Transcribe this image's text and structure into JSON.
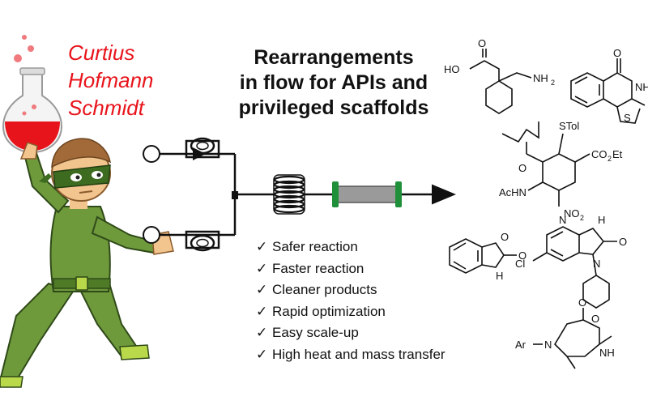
{
  "reactions": [
    "Curtius",
    "Hofmann",
    "Schmidt"
  ],
  "title": [
    "Rearrangements",
    "in flow for APIs and",
    "privileged scaffolds"
  ],
  "benefits": [
    {
      "icon": "checkmark-icon",
      "label": "Safer reaction"
    },
    {
      "icon": "checkmark-icon",
      "label": "Faster reaction"
    },
    {
      "icon": "checkmark-icon",
      "label": "Cleaner products"
    },
    {
      "icon": "checkmark-icon",
      "label": "Rapid optimization"
    },
    {
      "icon": "checkmark-icon",
      "label": "Easy scale-up"
    },
    {
      "icon": "checkmark-icon",
      "label": "High heat and mass transfer"
    }
  ],
  "check_glyph": "✓",
  "structure_labels": {
    "gabapentin_oh": "HO",
    "gabapentin_nh2": "NH",
    "gabapentin_sub": "2",
    "o": "O",
    "nh": "NH",
    "s": "S",
    "stol": "STol",
    "co2et_a": "CO",
    "co2et_sub": "2",
    "co2et_b": "Et",
    "achn": "AcHN",
    "no2_a": "NO",
    "no2_sub": "2",
    "h": "H",
    "n": "N",
    "cl": "Cl",
    "ar": "Ar"
  },
  "colors": {
    "reaction_names": "#e8141b",
    "flask_liquid": "#e8141b",
    "hero_suit": "#6f9a3c",
    "hero_mask": "#3d6b1f",
    "column_caps": "#1f8f3a",
    "text": "#111111"
  }
}
